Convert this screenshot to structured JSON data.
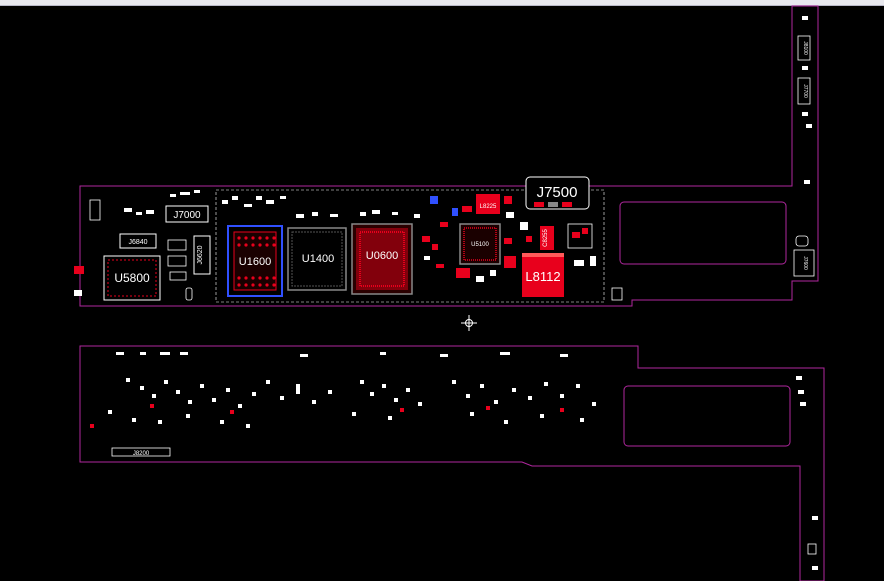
{
  "viewer": {
    "title": "",
    "background": "#000000",
    "outline_color": "#b0279e",
    "highlight_color": "#e8001c",
    "pin_color": "#ffffff"
  },
  "components": {
    "j7500": "J7500",
    "l8112": "L8112",
    "u1600": "U1600",
    "u1400": "U1400",
    "u0600": "U0600",
    "u5800": "U5800",
    "j7000": "J7000",
    "j6840": "J6840",
    "j6620": "J6620",
    "l8225": "L8225",
    "u5100": "U5100",
    "c8255": "C8255",
    "j8200": "J8200",
    "j8100": "J8100",
    "j7700": "J7700",
    "j7600": "J7600"
  },
  "cursor": {
    "icon": "crosshair-cursor-icon"
  }
}
